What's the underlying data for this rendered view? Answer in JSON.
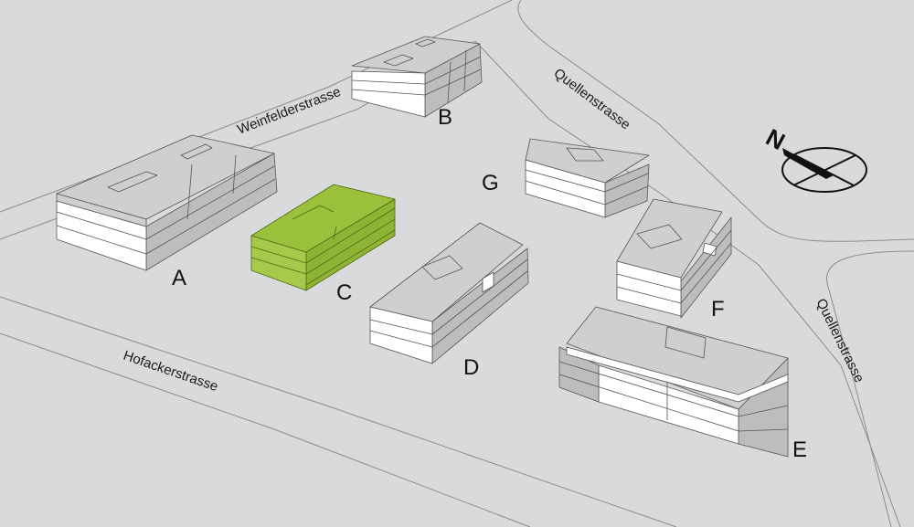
{
  "streets": {
    "weinfelder": "Weinfelderstrasse",
    "quellen_top": "Quellenstrasse",
    "quellen_right": "Quellenstrasse",
    "hofacker": "Hofackerstrasse"
  },
  "buildings": [
    {
      "id": "A",
      "label": "A",
      "highlighted": false
    },
    {
      "id": "B",
      "label": "B",
      "highlighted": false
    },
    {
      "id": "C",
      "label": "C",
      "highlighted": true
    },
    {
      "id": "D",
      "label": "D",
      "highlighted": false
    },
    {
      "id": "E",
      "label": "E",
      "highlighted": false
    },
    {
      "id": "F",
      "label": "F",
      "highlighted": false
    },
    {
      "id": "G",
      "label": "G",
      "highlighted": false
    }
  ],
  "compass": {
    "label": "N",
    "icon": "north-arrow-icon"
  },
  "colors": {
    "ground": "#d9dadb",
    "roof": "#cfcfcf",
    "facade": "#ffffff",
    "highlight": "#9bc13c"
  }
}
